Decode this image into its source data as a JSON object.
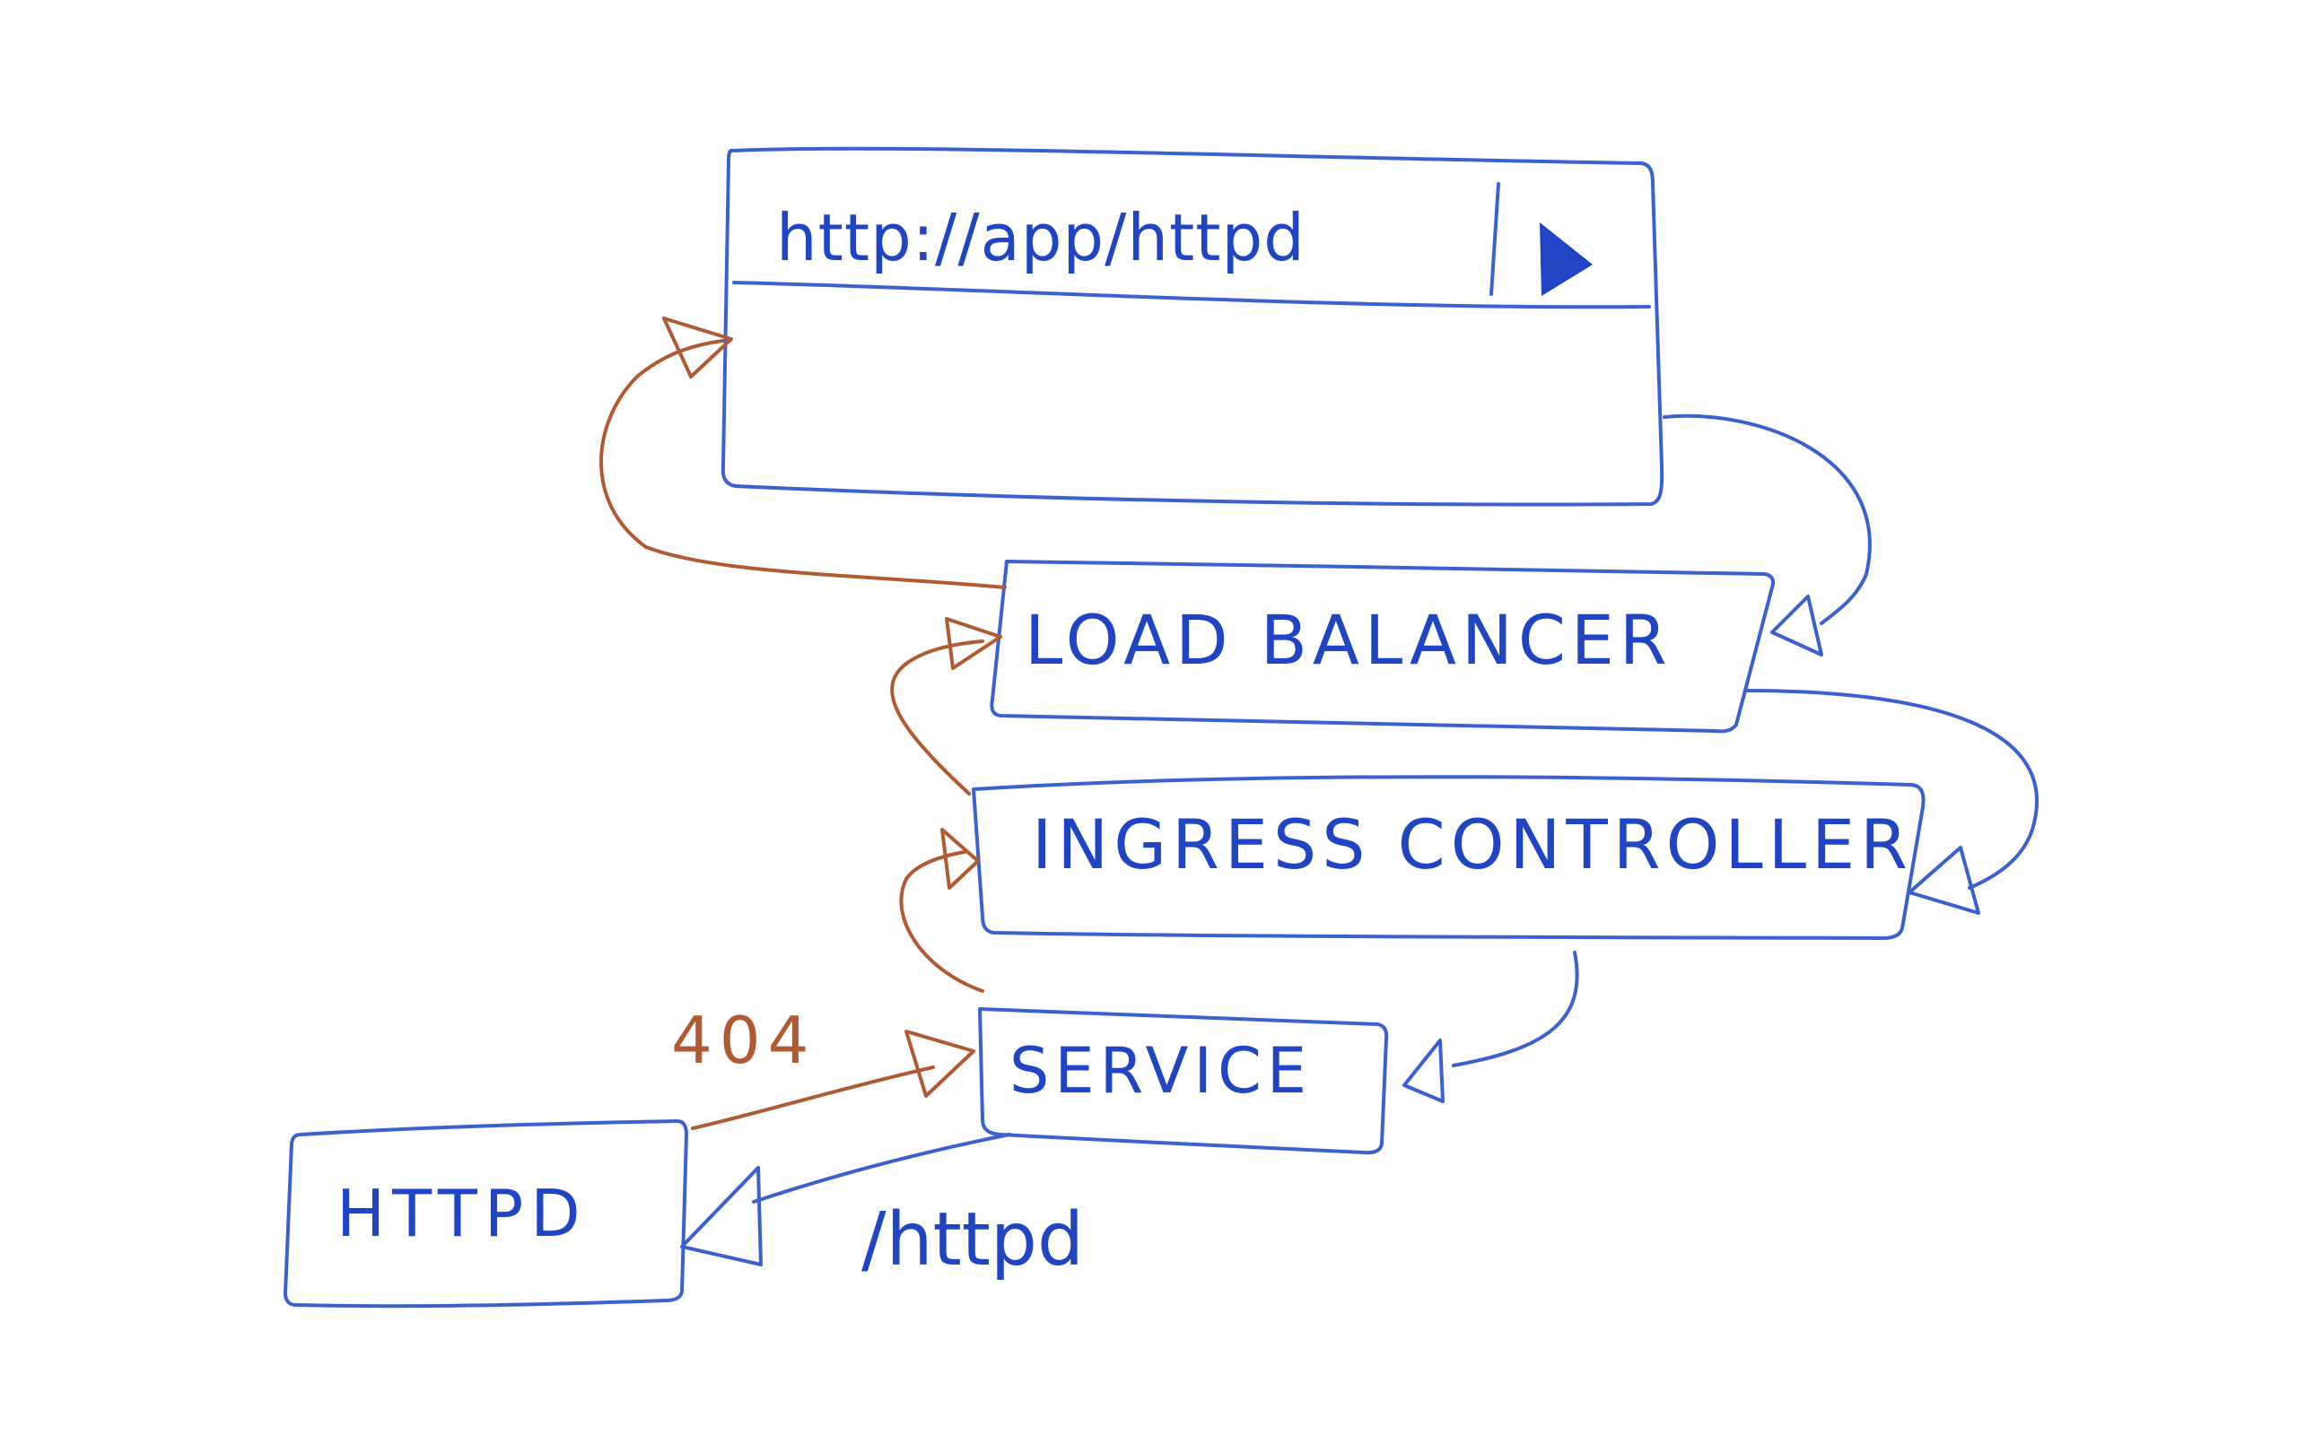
{
  "browser": {
    "url": "http://app/httpd",
    "go_icon": "play-arrow-icon"
  },
  "components": {
    "load_balancer": "LOAD BALANCER",
    "ingress_controller": "INGRESS CONTROLLER",
    "service": "SERVICE",
    "httpd": "HTTPD"
  },
  "labels": {
    "path": "/httpd",
    "status_code": "404"
  },
  "colors": {
    "request_flow": "#3a61cf",
    "response_flow": "#b15a32",
    "text": "#1f45c4"
  }
}
